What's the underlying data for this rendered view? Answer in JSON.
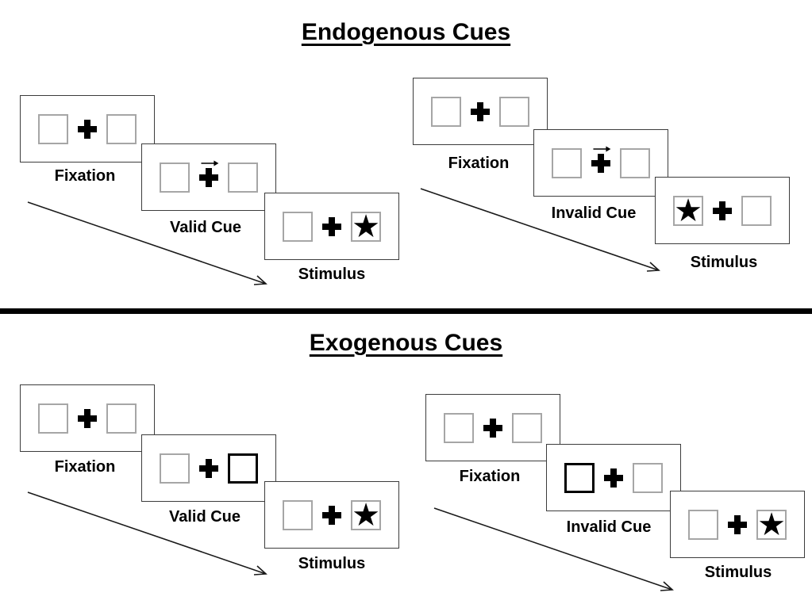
{
  "page": {
    "background": "#ffffff"
  },
  "colors": {
    "ink": "#000000",
    "panel_border": "#3c3c3c",
    "placeholder_box_border": "#a6a6a6",
    "cue_box_border": "#000000"
  },
  "icons": {
    "star": "★",
    "fixation_cross": "✚",
    "cue_arrow": "→"
  },
  "sections": [
    {
      "title": "Endogenous Cues",
      "groups": [
        {
          "sequence": "valid-trial",
          "cue_style": "central arrow pointing right above fixation cross",
          "panels": [
            {
              "label": "Fixation"
            },
            {
              "label": "Valid Cue",
              "cue": "arrow-right-above-cross"
            },
            {
              "label": "Stimulus",
              "star_side": "right"
            }
          ]
        },
        {
          "sequence": "invalid-trial",
          "cue_style": "central arrow pointing right above fixation cross",
          "panels": [
            {
              "label": "Fixation"
            },
            {
              "label": "Invalid Cue",
              "cue": "arrow-right-above-cross"
            },
            {
              "label": "Stimulus",
              "star_side": "left"
            }
          ]
        }
      ]
    },
    {
      "title": "Exogenous Cues",
      "groups": [
        {
          "sequence": "valid-trial",
          "cue_style": "peripheral box thickened",
          "panels": [
            {
              "label": "Fixation"
            },
            {
              "label": "Valid Cue",
              "cued_box": "right"
            },
            {
              "label": "Stimulus",
              "star_side": "right"
            }
          ]
        },
        {
          "sequence": "invalid-trial",
          "cue_style": "peripheral box thickened",
          "panels": [
            {
              "label": "Fixation"
            },
            {
              "label": "Invalid Cue",
              "cued_box": "left"
            },
            {
              "label": "Stimulus",
              "star_side": "right"
            }
          ]
        }
      ]
    }
  ]
}
